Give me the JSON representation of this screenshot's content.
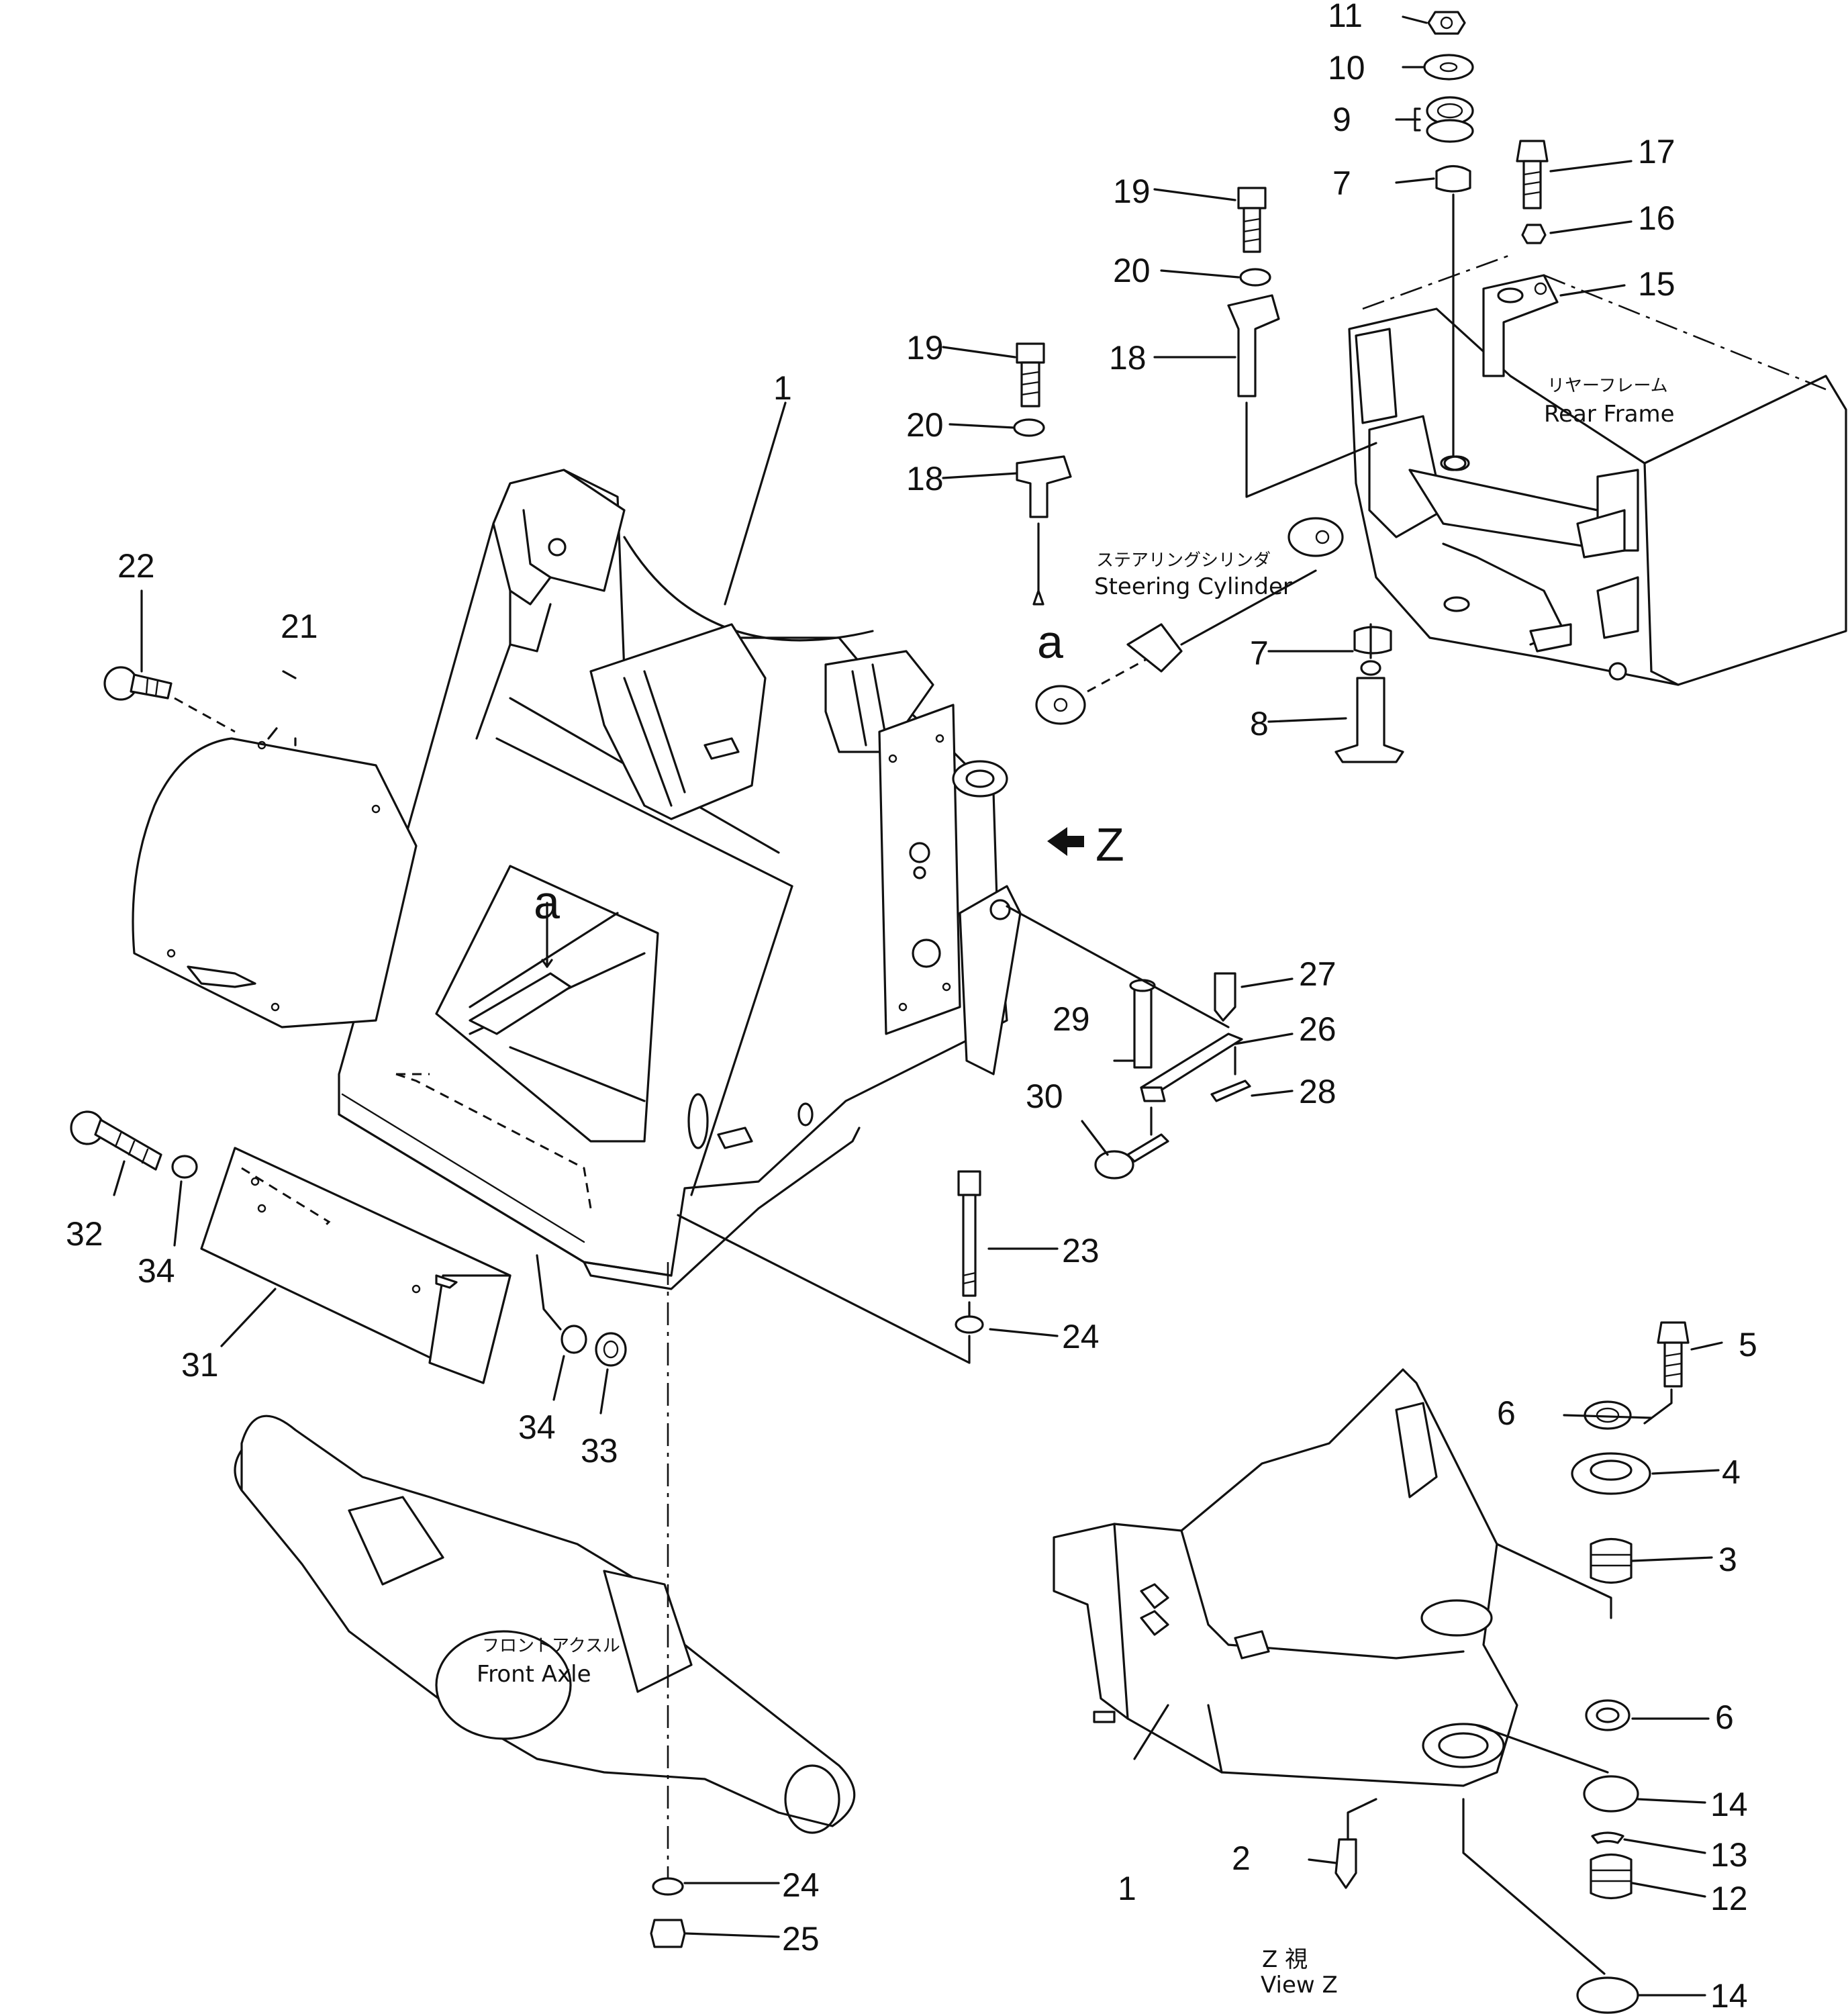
{
  "callouts": {
    "n1": "1",
    "n1b": "1",
    "n2": "2",
    "n3": "3",
    "n4": "4",
    "n5": "5",
    "n6a": "6",
    "n6b": "6",
    "n7a": "7",
    "n7b": "7",
    "n8": "8",
    "n9": "9",
    "n10": "10",
    "n11": "11",
    "n12": "12",
    "n13": "13",
    "n14a": "14",
    "n14b": "14",
    "n15": "15",
    "n16": "16",
    "n17": "17",
    "n18a": "18",
    "n18b": "18",
    "n19a": "19",
    "n19b": "19",
    "n20a": "20",
    "n20b": "20",
    "n21": "21",
    "n22": "22",
    "n23": "23",
    "n24a": "24",
    "n24b": "24",
    "n25": "25",
    "n26": "26",
    "n27": "27",
    "n28": "28",
    "n29": "29",
    "n30": "30",
    "n31": "31",
    "n32": "32",
    "n33": "33",
    "n34a": "34",
    "n34b": "34"
  },
  "labels": {
    "rear_frame_jp": "リヤーフレーム",
    "rear_frame_en": "Rear  Frame",
    "steering_cylinder_jp": "ステアリングシリンダ",
    "steering_cylinder_en": "Steering  Cylinder",
    "front_axle_jp": "フロントアクスル",
    "front_axle_en": "Front  Axle",
    "view_z_jp": "Z  視",
    "view_z_en": "View  Z",
    "z_arrow": "Z",
    "ref_a_top": "a",
    "ref_a_window": "a"
  }
}
